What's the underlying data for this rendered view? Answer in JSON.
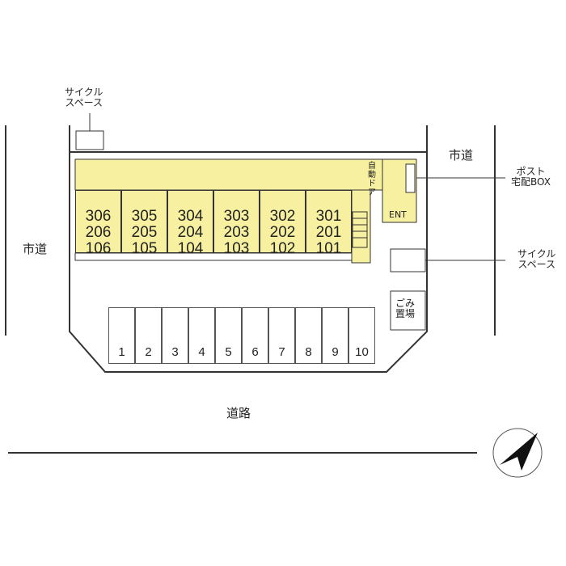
{
  "labels": {
    "city_road_left": "市道",
    "city_road_right": "市道",
    "main_road": "道路",
    "cycle_space_top_1": "サイクル",
    "cycle_space_top_2": "スペース",
    "cycle_space_right_1": "サイクル",
    "cycle_space_right_2": "スペース",
    "post_1": "ポスト",
    "post_2": "宅配BOX",
    "auto_door": "自動ドア",
    "entrance": "ENT",
    "garbage_1": "ごみ",
    "garbage_2": "置場"
  },
  "units": [
    {
      "f3": "306",
      "f2": "206",
      "f1": "106"
    },
    {
      "f3": "305",
      "f2": "205",
      "f1": "105"
    },
    {
      "f3": "304",
      "f2": "204",
      "f1": "104"
    },
    {
      "f3": "303",
      "f2": "203",
      "f1": "103"
    },
    {
      "f3": "302",
      "f2": "202",
      "f1": "102"
    },
    {
      "f3": "301",
      "f2": "201",
      "f1": "101"
    }
  ],
  "parking": [
    "1",
    "2",
    "3",
    "4",
    "5",
    "6",
    "7",
    "8",
    "9",
    "10"
  ],
  "colors": {
    "building": "#f7f0a0",
    "line": "#333333"
  }
}
